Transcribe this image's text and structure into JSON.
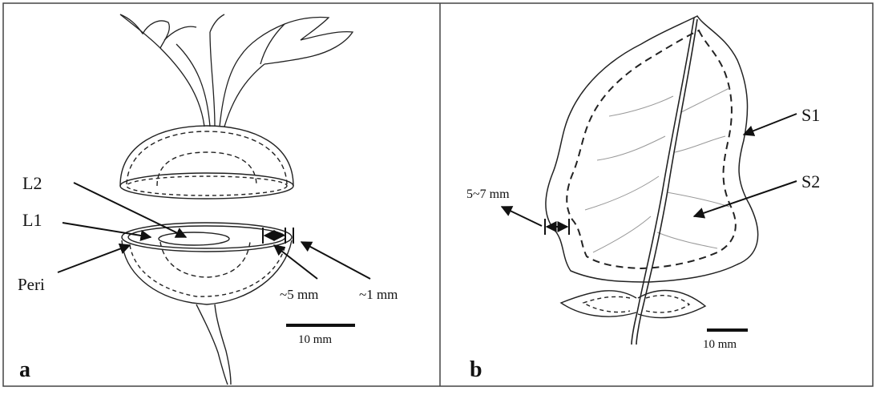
{
  "panel_a": {
    "label": "a",
    "labels": {
      "l2": "L2",
      "l1": "L1",
      "peri": "Peri",
      "five_mm": "~5 mm",
      "one_mm": "~1 mm"
    },
    "scale_bar": "10 mm"
  },
  "panel_b": {
    "label": "b",
    "labels": {
      "s1": "S1",
      "s2": "S2",
      "margin": "5~7 mm"
    },
    "scale_bar": "10 mm"
  }
}
